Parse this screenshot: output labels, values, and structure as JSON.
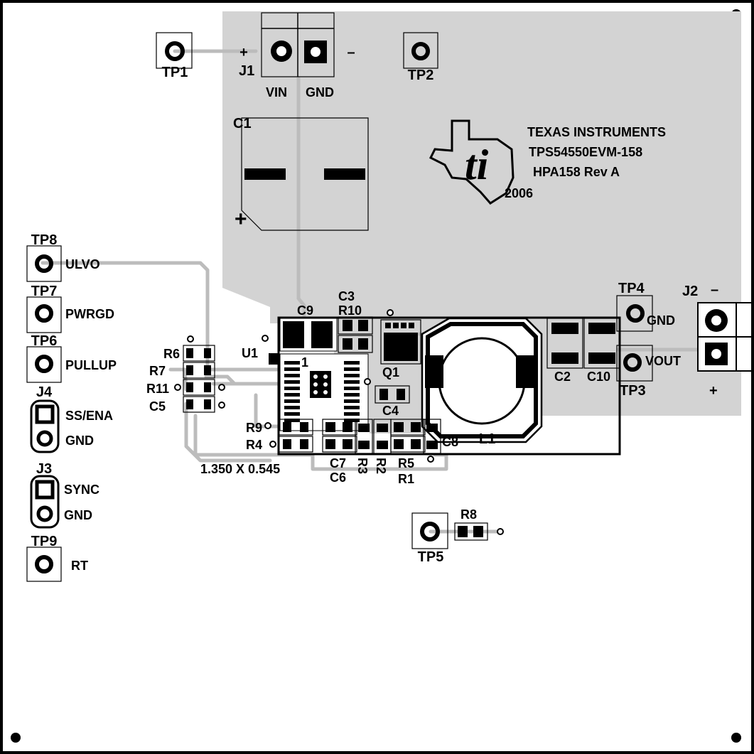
{
  "logo": {
    "line1": "TEXAS INSTRUMENTS",
    "line2": "TPS54550EVM-158",
    "line3": "HPA158 Rev A",
    "year": "2006"
  },
  "j1": {
    "ref": "J1",
    "plus": "+",
    "minus": "–",
    "pin1": "VIN",
    "pin2": "GND"
  },
  "j2": {
    "ref": "J2",
    "minus": "–",
    "plus": "+"
  },
  "test_points": {
    "tp1": "TP1",
    "tp2": "TP2",
    "tp3": "TP3",
    "tp4": "TP4",
    "tp5": "TP5",
    "tp6": "TP6",
    "tp7": "TP7",
    "tp8": "TP8",
    "tp9": "TP9"
  },
  "net_labels": {
    "ulvo": "ULVO",
    "pwrgd": "PWRGD",
    "pullup": "PULLUP",
    "ss_ena": "SS/ENA",
    "j4_gnd": "GND",
    "sync": "SYNC",
    "j3_gnd": "GND",
    "rt": "RT",
    "tp4_gnd": "GND",
    "vout": "VOUT"
  },
  "components": {
    "c1": "C1",
    "c1_plus": "+",
    "c2": "C2",
    "c10": "C10",
    "c3": "C3",
    "r10": "R10",
    "c9": "C9",
    "u1": "U1",
    "u1_pin1": "1",
    "q1": "Q1",
    "c4": "C4",
    "l1": "L1",
    "r6": "R6",
    "r7": "R7",
    "r11": "R11",
    "c5": "C5",
    "r9": "R9",
    "r4": "R4",
    "c7": "C7",
    "c6": "C6",
    "r3": "R3",
    "r2": "R2",
    "r5": "R5",
    "r1": "R1",
    "c8": "C8",
    "r8": "R8",
    "j3": "J3",
    "j4": "J4"
  },
  "dimensions": "1.350 X 0.545",
  "colors": {
    "copper": "#d3d3d3",
    "trace": "#bcbcbc",
    "silk": "#000000",
    "board": "#ffffff"
  }
}
